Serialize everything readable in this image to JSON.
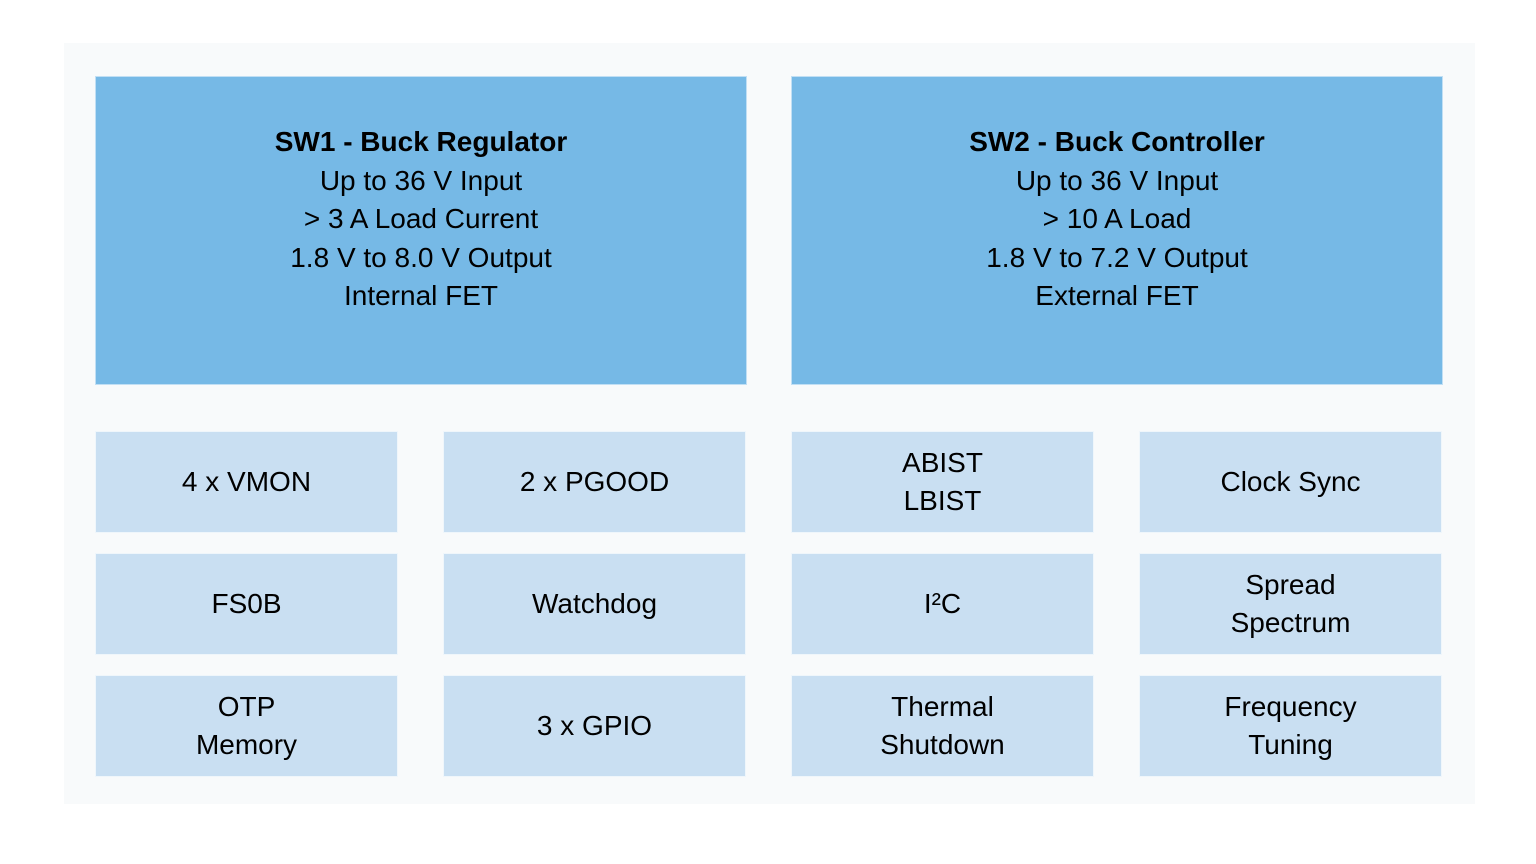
{
  "colors": {
    "primary_box": "#76b9e6",
    "feature_box": "#c9dff2",
    "panel_bg": "#f8fafb"
  },
  "sw1": {
    "title": "SW1 - Buck Regulator",
    "lines": [
      "Up to 36 V Input",
      "> 3 A Load Current",
      "1.8 V to 8.0 V Output",
      "Internal FET"
    ]
  },
  "sw2": {
    "title": "SW2 - Buck Controller",
    "lines": [
      "Up to 36 V Input",
      "> 10 A Load",
      "1.8 V to 7.2 V Output",
      "External FET"
    ]
  },
  "features": {
    "cells": [
      {
        "label": "4 x VMON"
      },
      {
        "label": "2 x PGOOD"
      },
      {
        "label": "ABIST\nLBIST"
      },
      {
        "label": "Clock Sync"
      },
      {
        "label": "FS0B"
      },
      {
        "label": "Watchdog"
      },
      {
        "label": "I²C"
      },
      {
        "label": "Spread\nSpectrum"
      },
      {
        "label": "OTP\nMemory"
      },
      {
        "label": "3 x GPIO"
      },
      {
        "label": "Thermal\nShutdown"
      },
      {
        "label": "Frequency\nTuning"
      }
    ]
  }
}
